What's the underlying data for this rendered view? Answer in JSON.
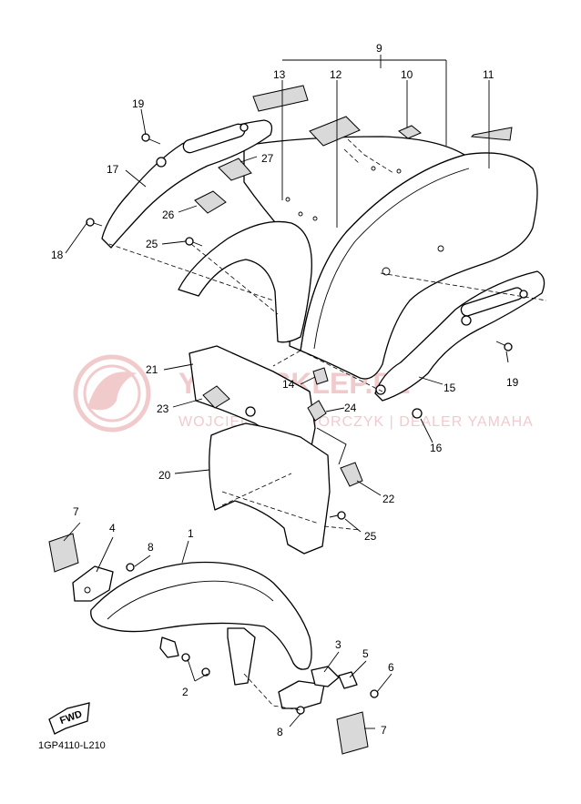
{
  "diagram": {
    "code": "1GP4110-L210",
    "fwd_label": "FWD",
    "watermark": {
      "main": "YAMA-SKLEP.PL",
      "sub": "WOJCIECH WIEWIÓRCZYK | DEALER YAMAHA"
    },
    "callouts": {
      "c1": "1",
      "c2": "2",
      "c3": "3",
      "c4": "4",
      "c5": "5",
      "c6": "6",
      "c7a": "7",
      "c7b": "7",
      "c8a": "8",
      "c8b": "8",
      "c9": "9",
      "c10": "10",
      "c11": "11",
      "c12": "12",
      "c13": "13",
      "c14": "14",
      "c15": "15",
      "c16": "16",
      "c17": "17",
      "c18": "18",
      "c19a": "19",
      "c19b": "19",
      "c20": "20",
      "c21": "21",
      "c22": "22",
      "c23": "23",
      "c24": "24",
      "c25a": "25",
      "c25b": "25",
      "c26": "26",
      "c27": "27"
    }
  }
}
